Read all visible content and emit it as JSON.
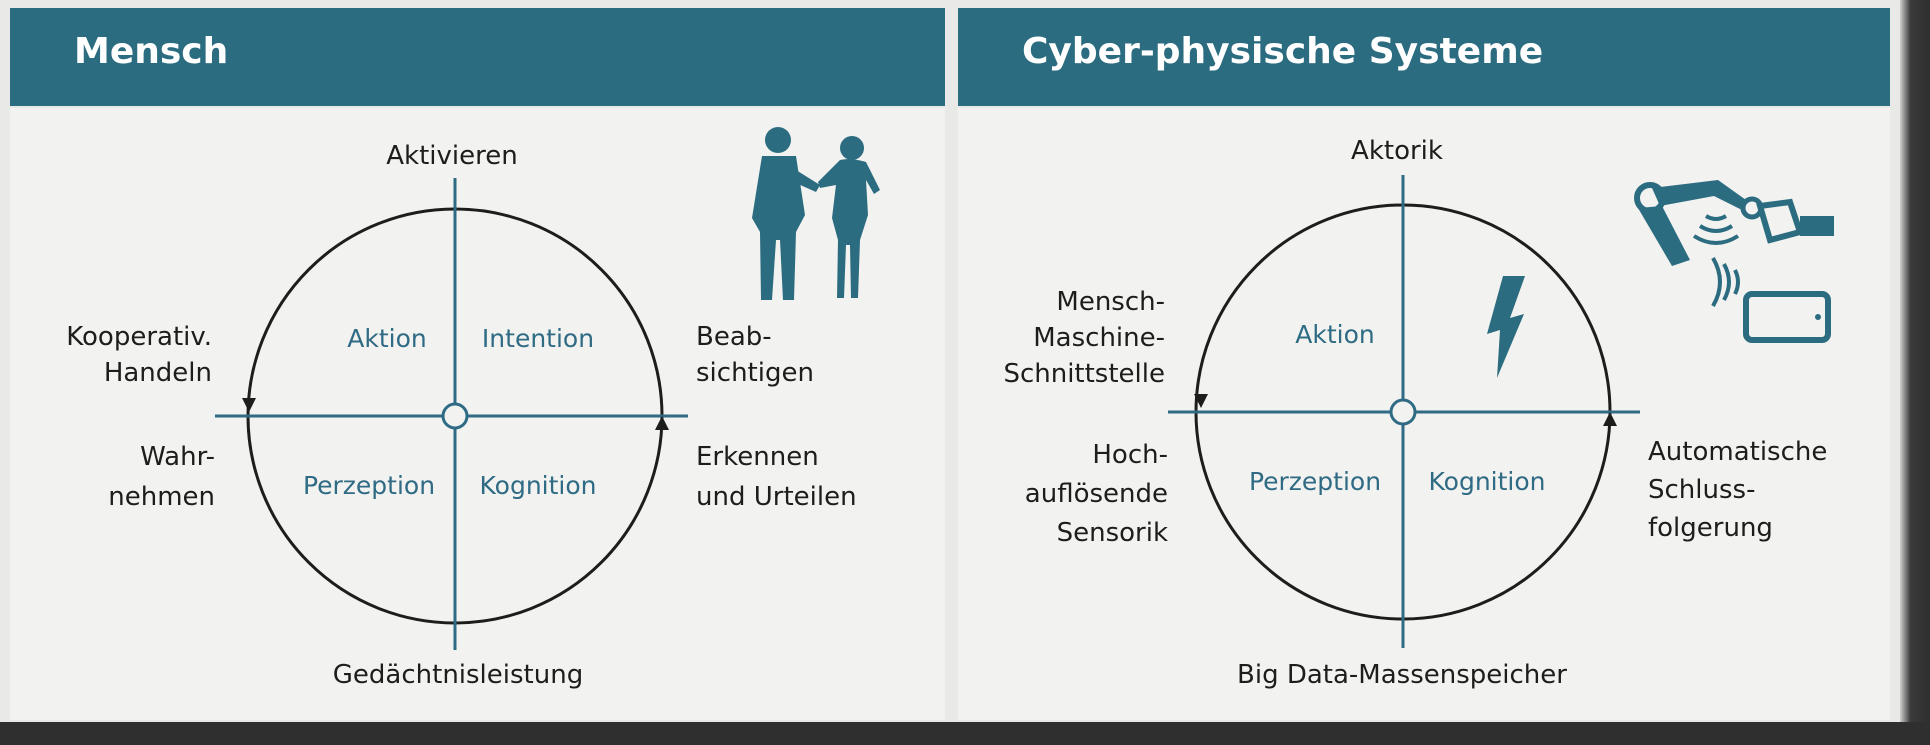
{
  "colors": {
    "header": "#2c6c80",
    "teal": "#2f6b84",
    "dark": "#1d1d1b",
    "background": "#f2f2f0"
  },
  "panels": [
    {
      "title": "Mensch",
      "top_label": "Aktivieren",
      "bottom_label": "Gedächtnisleistung",
      "left_upper": [
        "Kooperativ.",
        "Handeln"
      ],
      "left_lower": [
        "Wahr-",
        "nehmen"
      ],
      "right_upper": [
        "Beab-",
        "sichtigen"
      ],
      "right_lower": [
        "Erkennen",
        "und Urteilen"
      ],
      "quadrants": {
        "top_left": "Aktion",
        "top_right": "Intention",
        "bottom_left": "Perzeption",
        "bottom_right": "Kognition"
      },
      "icon": "people-talking-icon"
    },
    {
      "title": "Cyber-physische Systeme",
      "top_label": "Aktorik",
      "bottom_label": "Big Data-Massenspeicher",
      "left_upper": [
        "Mensch-",
        "Maschine-",
        "Schnittstelle"
      ],
      "left_lower": [
        "Hoch-",
        "auflösende",
        "Sensorik"
      ],
      "right_lower": [
        "Automatische",
        "Schluss-",
        "folgerung"
      ],
      "quadrants": {
        "top_left": "Aktion",
        "bottom_left": "Perzeption",
        "bottom_right": "Kognition"
      },
      "lightning_icon": "lightning-icon",
      "icon": "robot-arm-tablet-icon"
    }
  ]
}
